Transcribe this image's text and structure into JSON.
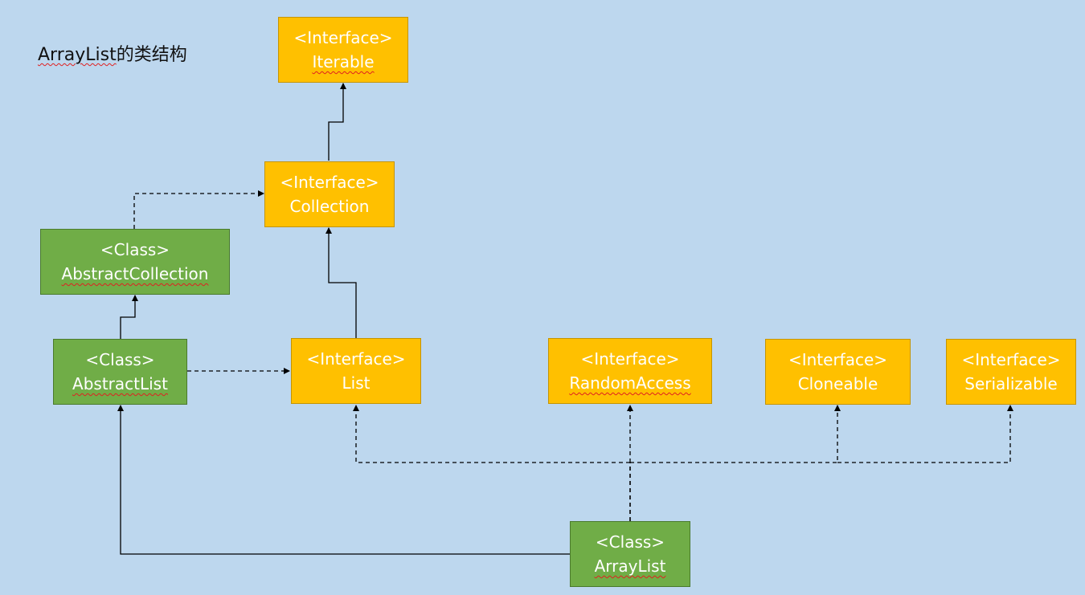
{
  "title": {
    "latin": "ArrayList",
    "rest": "的类结构"
  },
  "nodes": {
    "iterable": {
      "stereotype": "<Interface>",
      "name": "Iterable"
    },
    "collection": {
      "stereotype": "<Interface>",
      "name": "Collection"
    },
    "abstract_collection": {
      "stereotype": "<Class>",
      "name": "AbstractCollection"
    },
    "abstract_list": {
      "stereotype": "<Class>",
      "name": "AbstractList"
    },
    "list": {
      "stereotype": "<Interface>",
      "name": "List"
    },
    "random_access": {
      "stereotype": "<Interface>",
      "name": "RandomAccess"
    },
    "cloneable": {
      "stereotype": "<Interface>",
      "name": "Cloneable"
    },
    "serializable": {
      "stereotype": "<Interface>",
      "name": "Serializable"
    },
    "array_list": {
      "stereotype": "<Class>",
      "name": "ArrayList"
    }
  },
  "colors": {
    "background": "#bdd7ee",
    "interface_fill": "#ffc000",
    "class_fill": "#70ad47",
    "line": "#000000",
    "spellcheck_underline": "#e02020"
  }
}
